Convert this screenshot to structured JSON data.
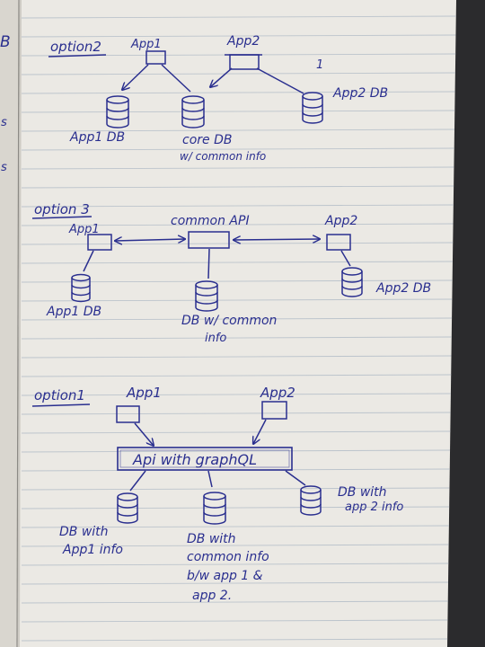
{
  "colors": {
    "ink": "#2a2f8f",
    "paper": "#ebe9e4",
    "rule": "#bcc4cc",
    "desk": "#2b2b2d"
  },
  "sections": {
    "option2": {
      "heading": "option2",
      "app1": "App1",
      "app2": "App2",
      "tick": "1",
      "db_app1": "App1 DB",
      "db_core": "core DB",
      "db_core_sub": "w/ common info",
      "db_app2": "App2 DB"
    },
    "option3": {
      "heading": "option 3",
      "app1": "App1",
      "api": "common API",
      "app2": "App2",
      "db_app1": "App1 DB",
      "db_common_1": "DB w/ common",
      "db_common_2": "info",
      "db_app2": "App2 DB"
    },
    "option1": {
      "heading": "option1",
      "app1": "App1",
      "app2": "App2",
      "api": "Api with graphQL",
      "db1_l1": "DB with",
      "db1_l2": "App1 info",
      "db2_l1": "DB with",
      "db2_l2": "common info",
      "db2_l3": "b/w app 1 &",
      "db2_l4": "app 2.",
      "db3_l1": "DB with",
      "db3_l2": "app 2 info"
    }
  },
  "margin_marks": {
    "m1": "B",
    "m2": "s",
    "m3": "s"
  }
}
